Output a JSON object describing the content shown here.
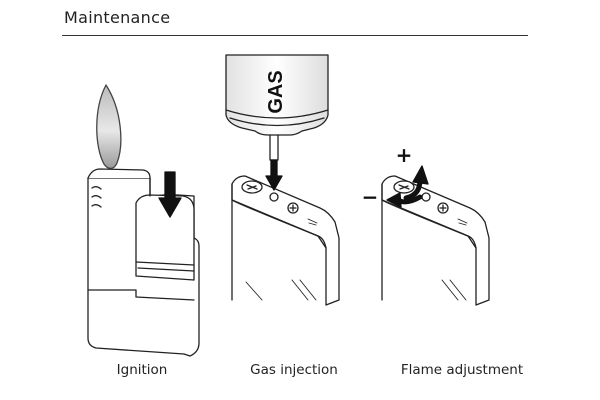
{
  "page": {
    "title": "Maintenance"
  },
  "gas_can": {
    "label": "GAS"
  },
  "symbols": {
    "plus": "+",
    "minus": "−"
  },
  "steps": [
    {
      "caption": "Ignition"
    },
    {
      "caption": "Gas injection"
    },
    {
      "caption": "Flame adjustment"
    }
  ],
  "colors": {
    "ink": "#222222",
    "background": "#ffffff"
  }
}
